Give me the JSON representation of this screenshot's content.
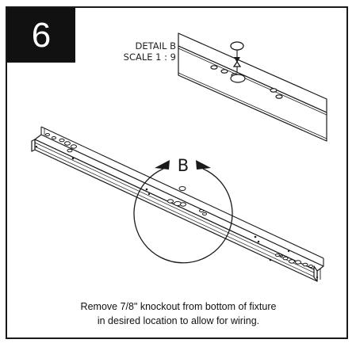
{
  "step": {
    "number": "6"
  },
  "detail": {
    "title": "DETAIL B",
    "scale": "SCALE 1 : 9",
    "callout_letter": "B"
  },
  "instruction": {
    "line1": "Remove 7/8\" knockout from bottom of fixture",
    "line2": "in desired location to allow for wiring."
  }
}
